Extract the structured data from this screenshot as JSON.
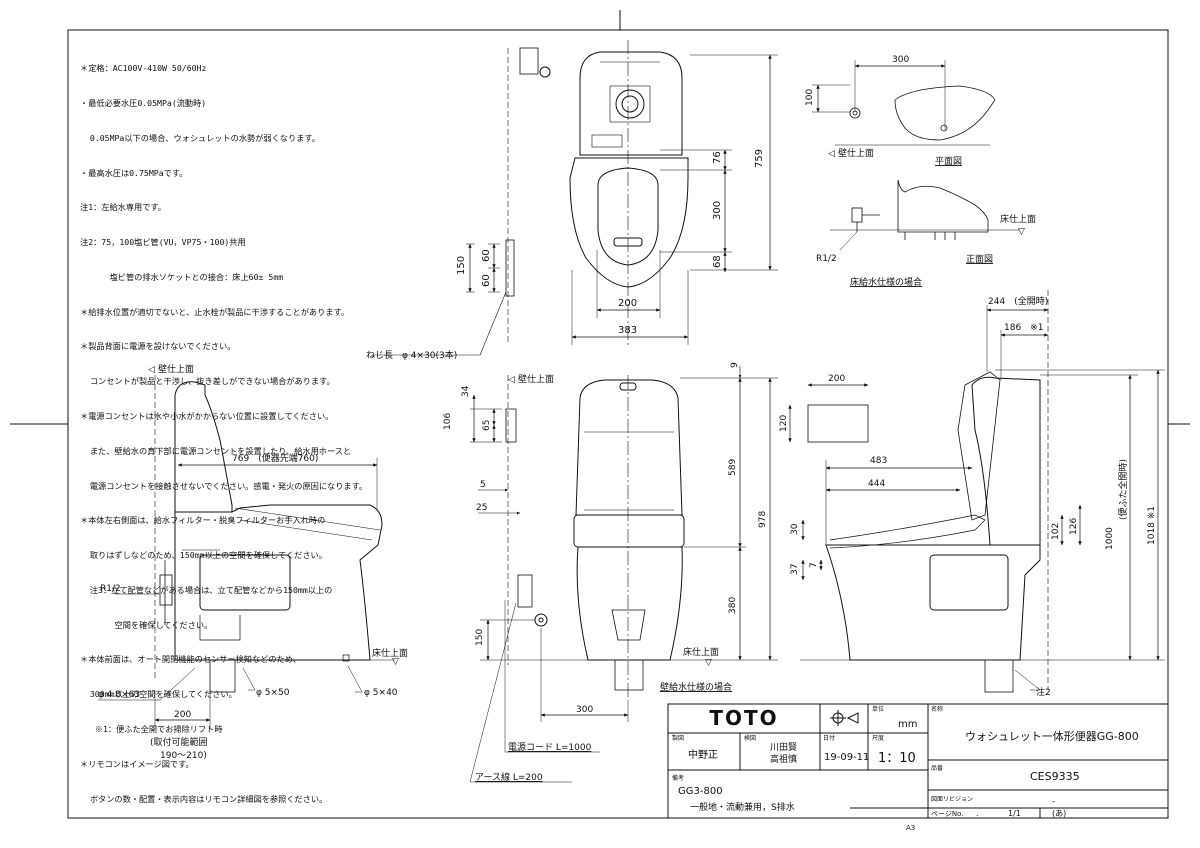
{
  "notes": [
    "＊定格：AC100V-410W 50/60Hz",
    "・最低必要水圧0.05MPa(流動時)",
    "  0.05MPa以下の場合、ウォシュレットの水勢が弱くなります。",
    "・最高水圧は0.75MPaです。",
    "注1：左給水専用です。",
    "注2：75，100塩ビ管(VU，VP75・100)共用",
    "      塩ビ管の排水ソケットとの接合：床上60± 5mm",
    "＊給排水位置が適切でないと、止水栓が製品に干渉することがあります。",
    "＊製品背面に電源を設けないでください。",
    "  コンセントが製品と干渉し、抜き差しができない場合があります。",
    "＊電源コンセントは水や小水がかからない位置に設置してください。",
    "  また、壁給水の真下部に電源コンセントを設置したり、給水用ホースと",
    "  電源コンセントを接触させないでください。感電・発火の原因になります。",
    "＊本体左右側面は、給水フィルター・脱臭フィルターお手入れ時の",
    "  取りはずしなどのため、150mm以上の空間を確保してください。",
    "  注3：立て配管などがある場合は、立て配管などから150mm以上の",
    "       空間を確保してください。",
    "＊本体前面は、オート開閉機能のセンサー検知などのため、",
    "  300mm以上の空間を確保してください。",
    "   ※1：便ふた全開でお掃除リフト時",
    "＊リモコンはイメージ図です。",
    "  ボタンの数・配置・表示内容はリモコン詳細図を参照ください。"
  ],
  "top_view": {
    "dims": {
      "d759": "759",
      "d76": "76",
      "d300": "300",
      "d68": "68",
      "d200": "200",
      "d383": "383"
    },
    "remote_dims": {
      "d150": "150",
      "d60a": "60",
      "d60b": "60"
    },
    "screw_label": "ねじ長　φ 4×30(3本)"
  },
  "floor_supply_plan": {
    "d300": "300",
    "d100": "100",
    "wall_label": "壁仕上面",
    "plan_label": "平面図",
    "front_label": "正面図",
    "floor_label": "床仕上面",
    "r_label": "R1/2",
    "caption": "床給水仕様の場合"
  },
  "left_side": {
    "wall_label": "壁仕上面",
    "d769": "769　(便器先端760)",
    "r_label": "R1/2",
    "floor_label": "床仕上面",
    "phi48": "φ 4.8×63",
    "phi5a": "φ 5×50",
    "phi5b": "φ 5×40",
    "d200": "200",
    "range_title": "(取付可能範囲",
    "range_value": "190〜210)"
  },
  "front_view": {
    "wall_label": "壁仕上面",
    "dims": {
      "d9": "9",
      "d589": "589",
      "d978": "978",
      "d380": "380",
      "d34": "34",
      "d106": "106",
      "d65": "65",
      "d5": "5",
      "d25": "25",
      "d150": "150",
      "d300": "300"
    },
    "floor_label": "床仕上面",
    "caption": "壁給水仕様の場合",
    "power_cord": "電源コード L=1000",
    "earth_wire": "アース線 L=200"
  },
  "right_side": {
    "d244": "244　(全開時)",
    "d186": "186　※1",
    "d200": "200",
    "d120": "120",
    "d483": "483",
    "d444": "444",
    "d30": "30",
    "d37": "37",
    "d7": "7",
    "d102": "102",
    "d126": "126",
    "d1000": "1000",
    "lid_open_label": "(便ふた全開時)",
    "d1018": "1018 ※1",
    "note2": "注2"
  },
  "title_block": {
    "brand": "TOTO",
    "unit_label": "単位",
    "unit": "mm",
    "name_label": "名称",
    "product_name": "ウォシュレット一体形便器GG-800",
    "drafter_label": "製図",
    "drafter": "中野正",
    "checker_label": "検図",
    "checker1": "川田賢",
    "checker2": "高祖慎",
    "date_label": "日付",
    "date": "19-09-11",
    "scale_label": "尺度",
    "scale": "1：10",
    "code_label": "品番",
    "code": "CES9335",
    "remark_label": "備考",
    "model": "GG3-800",
    "model_desc": "一般地・流動兼用，S排水",
    "revision_label": "図面リビジョン",
    "revision_value": "-",
    "page_label": "ページNo.",
    "page_dot": ".",
    "page_value": "1/1",
    "page_suffix": "(あ)",
    "paper": "A3"
  },
  "colors": {
    "line": "#111111",
    "background": "#ffffff"
  }
}
